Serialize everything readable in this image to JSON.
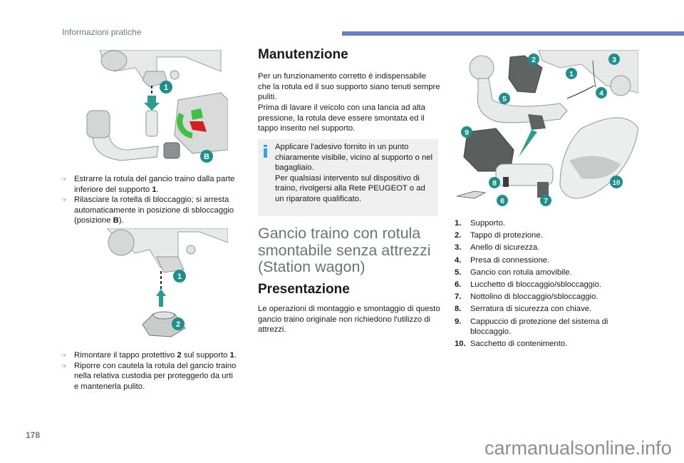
{
  "header": {
    "title": "Informazioni pratiche",
    "accent_color": "#6a7fc8"
  },
  "left": {
    "figure1": {
      "callouts": [
        "1",
        "B"
      ],
      "callout_color": "#1f8f8a"
    },
    "bullets1": [
      {
        "icon": "pointing-hand-icon",
        "text_before": "Estrarre la rotula del gancio traino dalla parte inferiore del supporto ",
        "bold": "1",
        "text_after": "."
      },
      {
        "icon": "pointing-hand-icon",
        "text_before": "Rilasciare la rotella di bloccaggio; si arresta automaticamente in posizione di sbloccaggio (posizione ",
        "bold": "B",
        "text_after": ")."
      }
    ],
    "figure2": {
      "callouts": [
        "1",
        "2"
      ]
    },
    "bullets2": [
      {
        "icon": "pointing-hand-icon",
        "text_before": "Rimontare il tappo protettivo ",
        "bold": "2",
        "text_mid": " sul supporto ",
        "bold2": "1",
        "text_after": "."
      },
      {
        "icon": "pointing-hand-icon",
        "text_before": "Riporre con cautela la rotula del gancio traino nella relativa custodia per proteggerlo da urti e mantenerla pulito.",
        "bold": "",
        "text_after": ""
      }
    ]
  },
  "middle": {
    "manutenzione": {
      "heading": "Manutenzione",
      "paragraph1": "Per un funzionamento corretto è indispensabile che la rotula ed il suo supporto siano tenuti sempre puliti.",
      "paragraph2": "Prima di lavare il veicolo con una lancia ad alta pressione, la rotula deve essere smontata ed il tappo inserito nel supporto."
    },
    "infobox": {
      "icon": "info-icon",
      "icon_color": "#2fa8d8",
      "line1": "Applicare l'adesivo fornito in un punto chiaramente visibile, vicino al supporto o nel bagagliaio.",
      "line2": "Per qualsiasi intervento sul dispositivo di traino, rivolgersi alla Rete PEUGEOT o ad un riparatore qualificato."
    },
    "big_title": "Gancio traino con rotula smontabile senza attrezzi (Station wagon)",
    "presentazione": {
      "heading": "Presentazione",
      "paragraph": "Le operazioni di montaggio e smontaggio di questo gancio traino originale non richiedono l'utilizzo di attrezzi."
    }
  },
  "right": {
    "figure3": {
      "callouts": [
        "1",
        "2",
        "3",
        "4",
        "5",
        "6",
        "7",
        "8",
        "9",
        "10"
      ]
    },
    "legend": [
      {
        "num": "1.",
        "text": "Supporto."
      },
      {
        "num": "2.",
        "text": "Tappo di protezione."
      },
      {
        "num": "3.",
        "text": "Anello di sicurezza."
      },
      {
        "num": "4.",
        "text": "Presa di connessione."
      },
      {
        "num": "5.",
        "text": "Gancio con rotula amovibile."
      },
      {
        "num": "6.",
        "text": "Lucchetto di bloccaggio/sbloccaggio."
      },
      {
        "num": "7.",
        "text": "Nottolino di bloccaggio/sbloccaggio."
      },
      {
        "num": "8.",
        "text": "Serratura di sicurezza con chiave."
      },
      {
        "num": "9.",
        "text": "Cappuccio di protezione del sistema di bloccaggio."
      },
      {
        "num": "10.",
        "text": "Sacchetto di contenimento."
      }
    ]
  },
  "footer": {
    "page_number": "178",
    "watermark": "carmanualsonline.info"
  }
}
